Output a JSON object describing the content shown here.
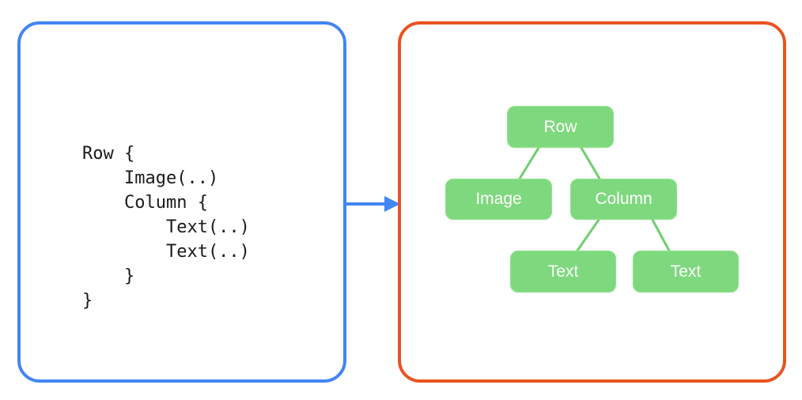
{
  "diagram": {
    "code_panel": {
      "border_color": "#4285f4",
      "code": "Row {\n    Image(..)\n    Column {\n        Text(..)\n        Text(..)\n    }\n}"
    },
    "arrow": {
      "color": "#4285f4",
      "direction": "right"
    },
    "tree_panel": {
      "border_color": "#e8531f",
      "node_fill": "#7ed97e",
      "node_text_color": "#ffffff",
      "edge_color": "#6fcf6f",
      "nodes": [
        {
          "id": "row",
          "label": "Row"
        },
        {
          "id": "image",
          "label": "Image"
        },
        {
          "id": "column",
          "label": "Column"
        },
        {
          "id": "text1",
          "label": "Text"
        },
        {
          "id": "text2",
          "label": "Text"
        }
      ],
      "edges": [
        {
          "from": "row",
          "to": "image"
        },
        {
          "from": "row",
          "to": "column"
        },
        {
          "from": "column",
          "to": "text1"
        },
        {
          "from": "column",
          "to": "text2"
        }
      ]
    }
  }
}
